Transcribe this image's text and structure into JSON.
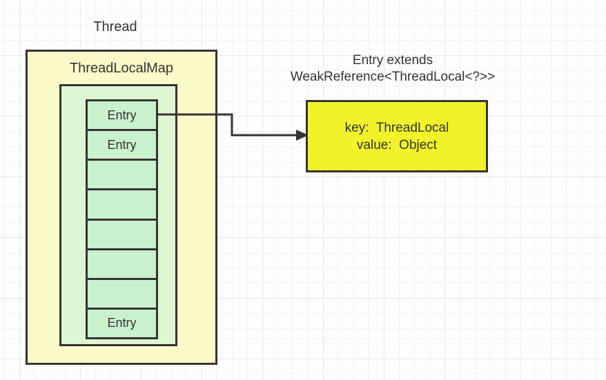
{
  "diagram": {
    "thread_label": "Thread",
    "map": {
      "title": "ThreadLocalMap",
      "entries": [
        "Entry",
        "Entry",
        "",
        "",
        "",
        "",
        "",
        "Entry"
      ]
    },
    "entry_note": {
      "line1": "Entry extends",
      "line2": "WeakReference<ThreadLocal<?>>"
    },
    "entry_detail": {
      "line1": "key:  ThreadLocal",
      "line2": "value:  Object"
    },
    "colors": {
      "outer_box_fill": "#FAFAC9",
      "inner_box_fill": "#DFF6D3",
      "cell_fill": "#C9F1CD",
      "detail_box_fill": "#F2F22B",
      "border_color": "#333333",
      "text_color": "#333333"
    }
  }
}
